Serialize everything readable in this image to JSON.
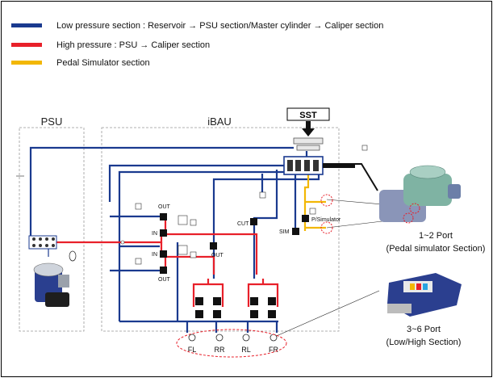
{
  "legend": [
    {
      "color": "#1a3a8f",
      "text": "Low pressure section : Reservoir → PSU section/Master cylinder → Caliper section"
    },
    {
      "color": "#e8202a",
      "text": "High pressure : PSU → Caliper section"
    },
    {
      "color": "#f2b705",
      "text": "Pedal Simulator section"
    }
  ],
  "diagram": {
    "psu_label": "PSU",
    "ibau_label": "iBAU",
    "sst_label": "SST",
    "out_label": "OUT",
    "in_label": "IN",
    "cut_label": "CUT",
    "sim_label": "SIM",
    "psim_label": "P/Simulator",
    "wheels": [
      "FL",
      "RR",
      "RL",
      "FR"
    ],
    "port12": {
      "title": "1~2 Port",
      "subtitle": "(Pedal simulator Section)"
    },
    "port36": {
      "title": "3~6 Port",
      "subtitle": "(Low/High Section)"
    }
  },
  "colors": {
    "low": "#1a3a8f",
    "high": "#e8202a",
    "sim": "#f2b705",
    "frame": "#999999"
  }
}
